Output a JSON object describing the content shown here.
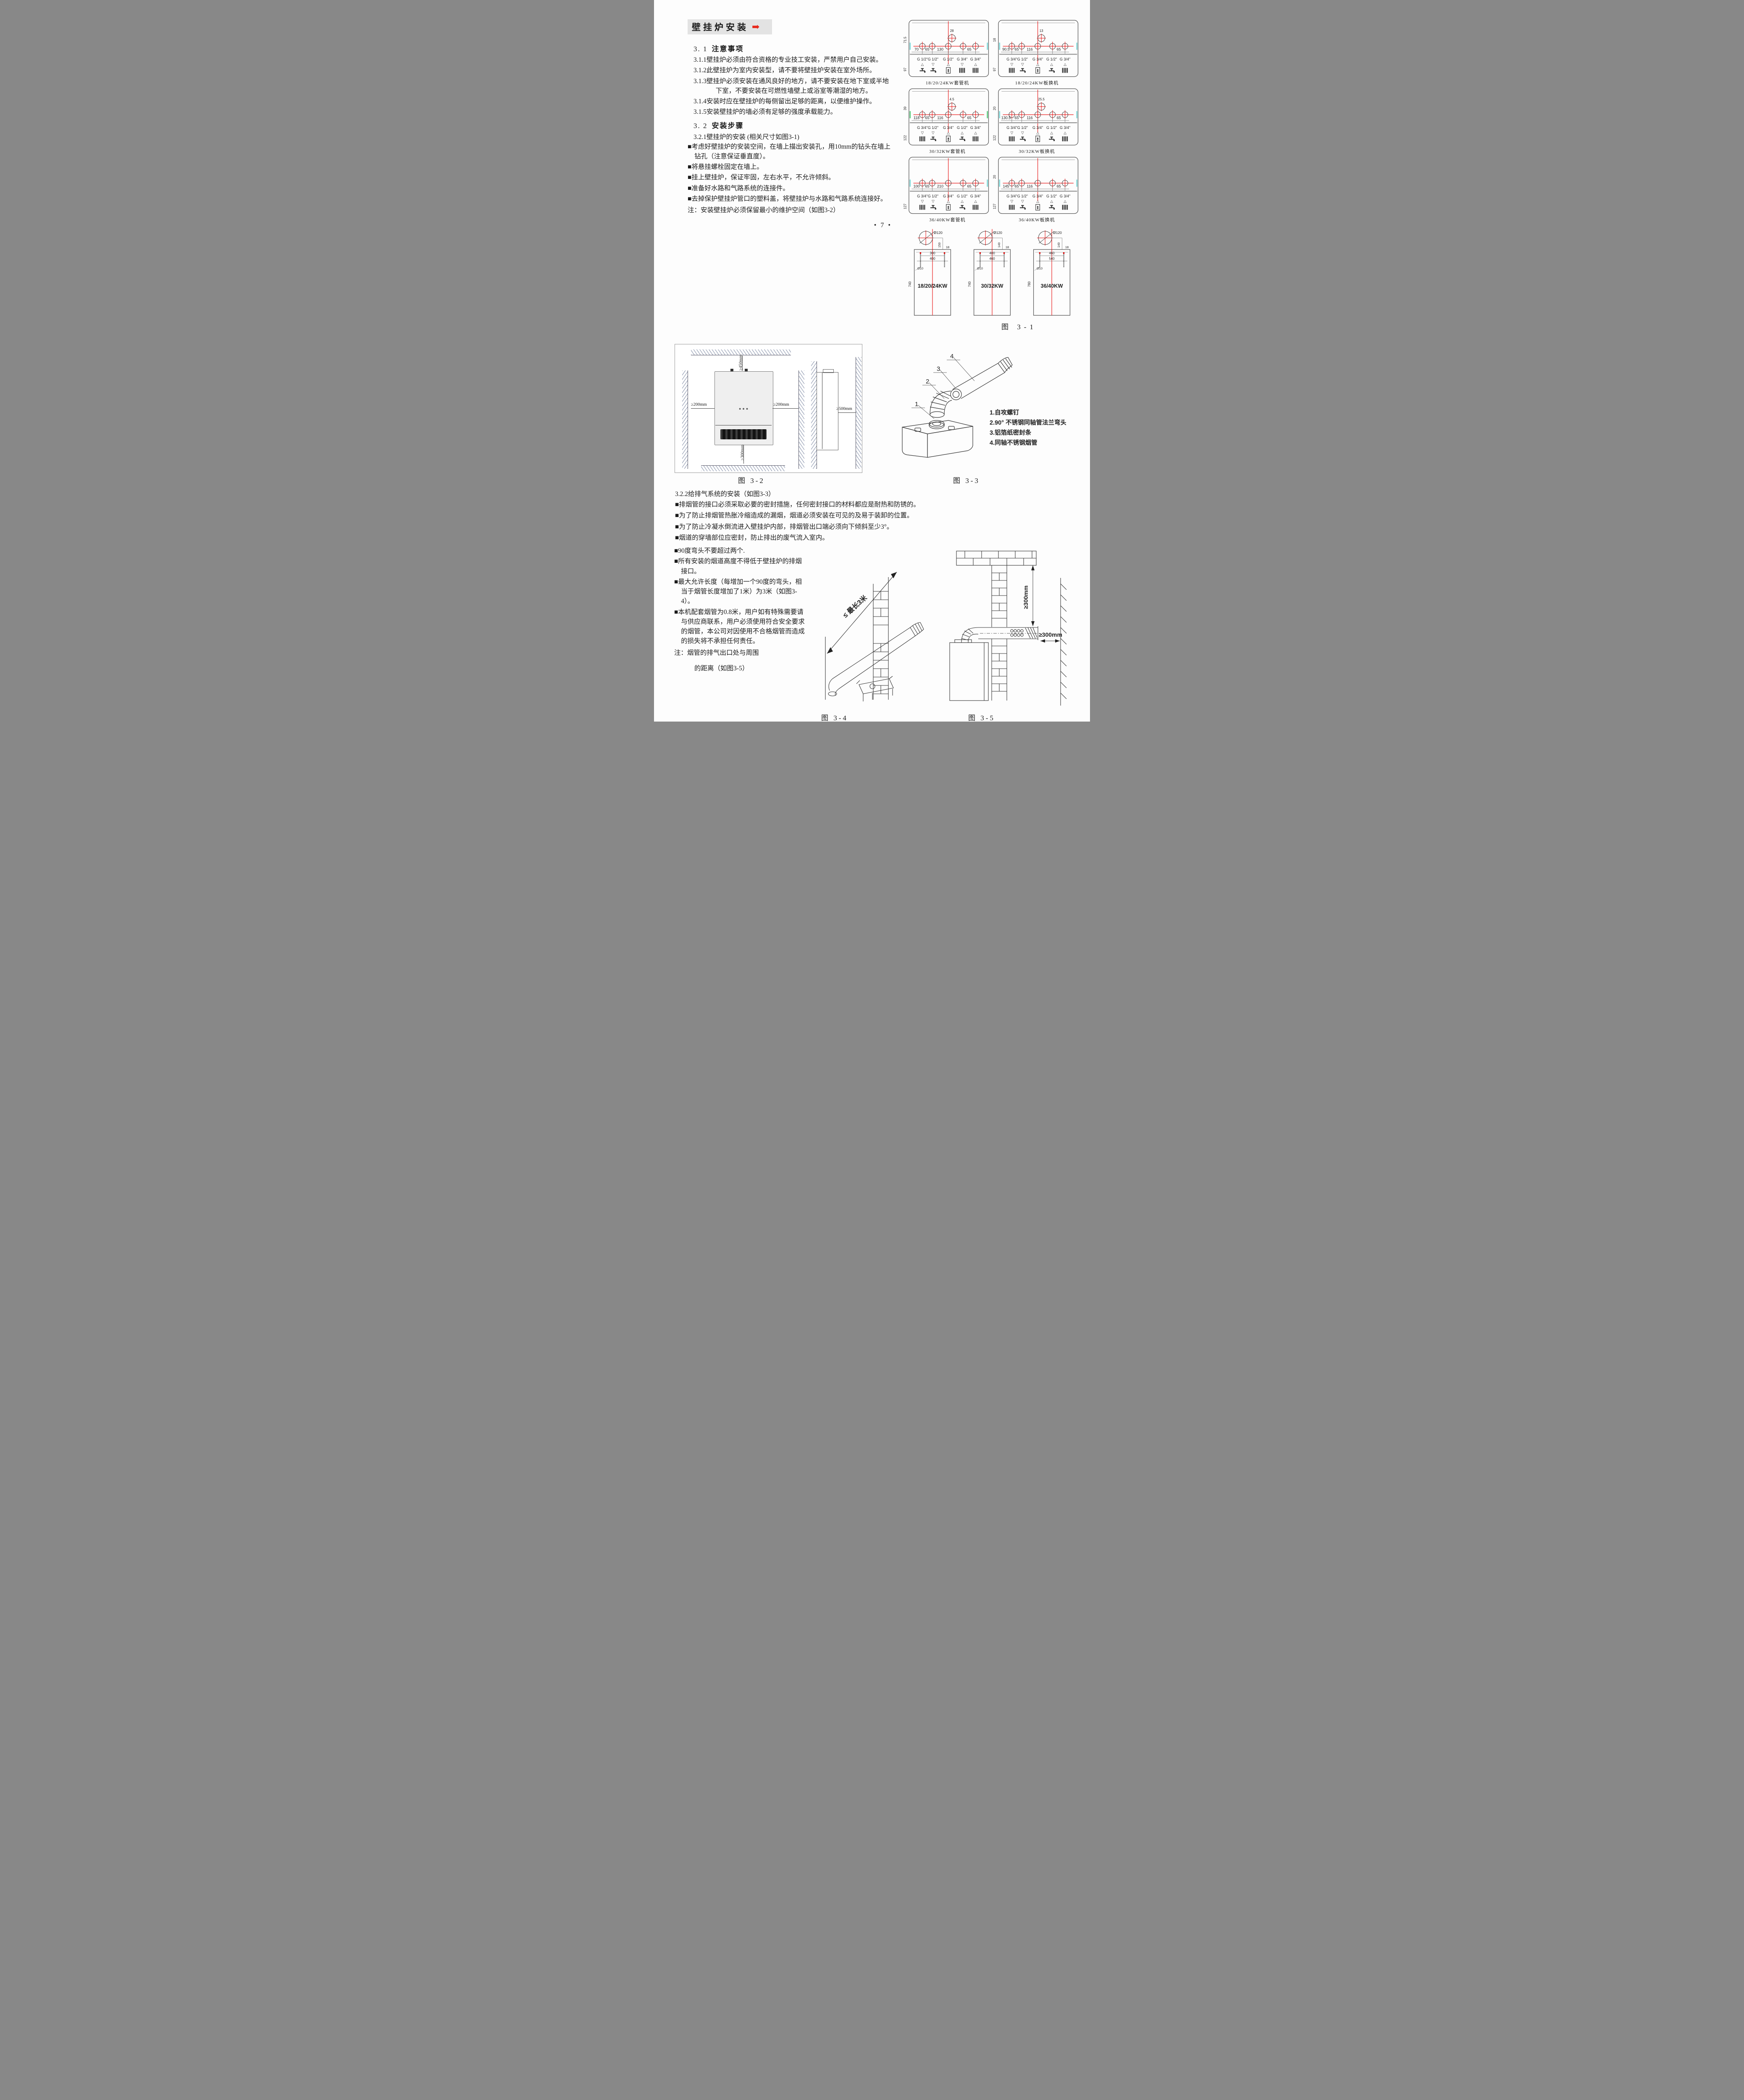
{
  "colors": {
    "diagram_red": "#e60000",
    "header_bg": "#e3e3e3",
    "arrow_red": "#e8291c",
    "edge_cyan": "#7fd8d8",
    "edge_green": "#58c97a"
  },
  "header": {
    "title": "壁挂炉安装",
    "arrow": "➡"
  },
  "page_number": "• 7 •",
  "section_3_1": {
    "num": "3. 1",
    "title": "注意事项",
    "items": [
      "3.1.1壁挂炉必须由符合资格的专业技工安装，严禁用户自己安装。",
      "3.1.2此壁挂炉为室内安装型，请不要将壁挂炉安装在室外场所。",
      "3.1.3壁挂炉必须安装在通风良好的地方，请不要安装在地下室或半地下室，不要安装在可燃性墙壁上或浴室等潮湿的地方。",
      "3.1.4安装时应在壁挂炉的每侧留出足够的距离，以便维护操作。",
      "3.1.5安装壁挂炉的墙必须有足够的强度承载能力。"
    ]
  },
  "section_3_2": {
    "num": "3. 2",
    "title": "安装步骤",
    "sub": "3.2.1壁挂炉的安装 (相关尺寸如图3-1)",
    "bullets": [
      "■考虑好壁挂炉的安装空间，在墙上描出安装孔，用10mm的钻头在墙上钻孔（注意保证垂直度）。",
      "■将悬挂螺栓固定在墙上。",
      "■挂上壁挂炉，保证牢固，左右水平，不允许倾斜。",
      "■准备好水路和气路系统的连接件。",
      "■去掉保护壁挂炉管口的塑料盖，将壁挂炉与水路和气路系统连接好。"
    ],
    "note": "注：安装壁挂炉必须保留最小的维护空间（如图3-2）"
  },
  "figure_3_1": {
    "caption": "图 3-1",
    "panels": [
      {
        "name": "18/20/24KW套管机",
        "left_dims": [
          "71.5",
          "97"
        ],
        "center_dim": "28",
        "bottom_dims": [
          "70",
          "65",
          "130",
          "65"
        ],
        "edge_accent": "#7fd8d8",
        "ports": [
          {
            "size": "G 1/2\"",
            "tri": "△",
            "icon": "faucet"
          },
          {
            "size": "G 1/2\"",
            "tri": "▽",
            "icon": "faucet"
          },
          {
            "size": "G 1/2\"",
            "tri": "△",
            "icon": "gas"
          },
          {
            "size": "G 3/4\"",
            "tri": "▽",
            "icon": "radiator"
          },
          {
            "size": "G 3/4\"",
            "tri": "△",
            "icon": "radiator"
          }
        ]
      },
      {
        "name": "18/20/24KW板换机",
        "left_dims": [
          "18",
          "97"
        ],
        "center_dim": "13",
        "bottom_dims": [
          "90.5",
          "65",
          "116",
          "65"
        ],
        "edge_accent": "#7fd8d8",
        "ports": [
          {
            "size": "G 3/4\"",
            "tri": "▽",
            "icon": "radiator"
          },
          {
            "size": "G 1/2\"",
            "tri": "▽",
            "icon": "faucet"
          },
          {
            "size": "G 3/4\"",
            "tri": "△",
            "icon": "gas"
          },
          {
            "size": "G 1/2\"",
            "tri": "△",
            "icon": "faucet"
          },
          {
            "size": "G 3/4\"",
            "tri": "△",
            "icon": "radiator"
          }
        ]
      },
      {
        "name": "30/32KW套管机",
        "left_dims": [
          "39",
          "122"
        ],
        "center_dim": "4.5",
        "bottom_dims": [
          "118",
          "65",
          "116",
          "65"
        ],
        "edge_accent": "#58c97a",
        "ports": [
          {
            "size": "G 3/4\"",
            "tri": "▽",
            "icon": "radiator"
          },
          {
            "size": "G 1/2\"",
            "tri": "▽",
            "icon": "faucet"
          },
          {
            "size": "G 3/4\"",
            "tri": "△",
            "icon": "gas"
          },
          {
            "size": "G 1/2\"",
            "tri": "△",
            "icon": "faucet"
          },
          {
            "size": "G 3/4\"",
            "tri": "△",
            "icon": "radiator"
          }
        ]
      },
      {
        "name": "30/32KW板换机",
        "left_dims": [
          "20",
          "122"
        ],
        "center_dim": "25.5",
        "bottom_dims": [
          "130.5",
          "65",
          "116",
          "65"
        ],
        "edge_accent": "#7fd8d8",
        "ports": [
          {
            "size": "G 3/4\"",
            "tri": "▽",
            "icon": "radiator"
          },
          {
            "size": "G 1/2\"",
            "tri": "▽",
            "icon": "faucet"
          },
          {
            "size": "G 3/4\"",
            "tri": "△",
            "icon": "gas"
          },
          {
            "size": "G 1/2\"",
            "tri": "△",
            "icon": "faucet"
          },
          {
            "size": "G 3/4\"",
            "tri": "△",
            "icon": "radiator"
          }
        ]
      },
      {
        "name": "36/40KW套管机",
        "left_dims": [
          "",
          "127"
        ],
        "center_dim": "",
        "bottom_dims": [
          "100",
          "65",
          "210",
          "65"
        ],
        "edge_accent": "#7fd8d8",
        "ports": [
          {
            "size": "G 3/4\"",
            "tri": "▽",
            "icon": "radiator"
          },
          {
            "size": "G 1/2\"",
            "tri": "▽",
            "icon": "faucet"
          },
          {
            "size": "G 3/4\"",
            "tri": "△",
            "icon": "gas"
          },
          {
            "size": "G 1/2\"",
            "tri": "△",
            "icon": "faucet"
          },
          {
            "size": "G 3/4\"",
            "tri": "△",
            "icon": "radiator"
          }
        ]
      },
      {
        "name": "36/40KW板换机",
        "left_dims": [
          "20",
          "127"
        ],
        "center_dim": "",
        "bottom_dims": [
          "145",
          "65",
          "116",
          "65"
        ],
        "edge_accent": "#7fd8d8",
        "ports": [
          {
            "size": "G 3/4\"",
            "tri": "▽",
            "icon": "radiator"
          },
          {
            "size": "G 1/2\"",
            "tri": "▽",
            "icon": "faucet"
          },
          {
            "size": "G 3/4\"",
            "tri": "△",
            "icon": "gas"
          },
          {
            "size": "G 1/2\"",
            "tri": "△",
            "icon": "faucet"
          },
          {
            "size": "G 3/4\"",
            "tri": "△",
            "icon": "radiator"
          }
        ]
      }
    ],
    "side_views": [
      {
        "label": "18/20/24KW",
        "circle": "Ø120",
        "v1": "150",
        "v2": "18",
        "w1": "300",
        "w2": "400",
        "hole": "Ø10",
        "height": "740"
      },
      {
        "label": "30/32KW",
        "circle": "Ø120",
        "v1": "140",
        "v2": "18",
        "w1": "400",
        "w2": "460",
        "hole": "Ø10",
        "height": "740"
      },
      {
        "label": "36/40KW",
        "circle": "Ø120",
        "v1": "140",
        "v2": "18",
        "w1": "460",
        "w2": "540",
        "hole": "Ø10",
        "height": "780"
      }
    ]
  },
  "figure_3_2": {
    "caption": "图 3-2",
    "top": "≥450mm",
    "left": "≥200mm",
    "right": "≥200mm",
    "bottom": "≥300mm",
    "side": "≥500mm"
  },
  "figure_3_3": {
    "caption": "图 3-3",
    "callouts": [
      "1",
      "2",
      "3",
      "4"
    ],
    "legend": [
      "1.自攻螺钉",
      "2.90° 不锈钢同轴管法兰弯头",
      "3.铝箔纸密封条",
      "4.同轴不锈钢烟管"
    ]
  },
  "section_3_2_2": {
    "heading": "3.2.2给排气系统的安装（如图3-3）",
    "bullets": [
      "■排烟管的接口必须采取必要的密封措施，任何密封接口的材料都应是耐热和防锈的。",
      "■为了防止排烟管热胀冷缩造成的漏烟，烟道必须安装在可见的及易于装卸的位置。",
      "■为了防止冷凝水倒流进入壁挂炉内部，排烟管出口端必须向下倾斜至少3°。",
      "■烟道的穿墙部位应密封，防止排出的废气流入室内。"
    ]
  },
  "flue_rules": {
    "bullets": [
      "■90度弯头不要超过两个.",
      "■所有安装的烟道高度不得低于壁挂炉的排烟接口。",
      "■最大允许长度（每增加一个90度的弯头，相当于烟管长度增加了1米）为3米（如图3-4）。",
      "■本机配套烟管为0.8米，用户如有特殊需要请与供应商联系，用户必须使用符合安全要求的烟管，本公司对因使用不合格烟管而造成的损失将不承担任何责任。"
    ],
    "note_line1": "注：烟管的排气出口处与周围",
    "note_line2": "的距离（如图3-5）"
  },
  "figure_3_4": {
    "caption": "图 3-4",
    "label": "≤ 最长3米"
  },
  "figure_3_5": {
    "caption": "图 3-5",
    "label_v": "≥300mm",
    "label_h": "≥300mm"
  }
}
